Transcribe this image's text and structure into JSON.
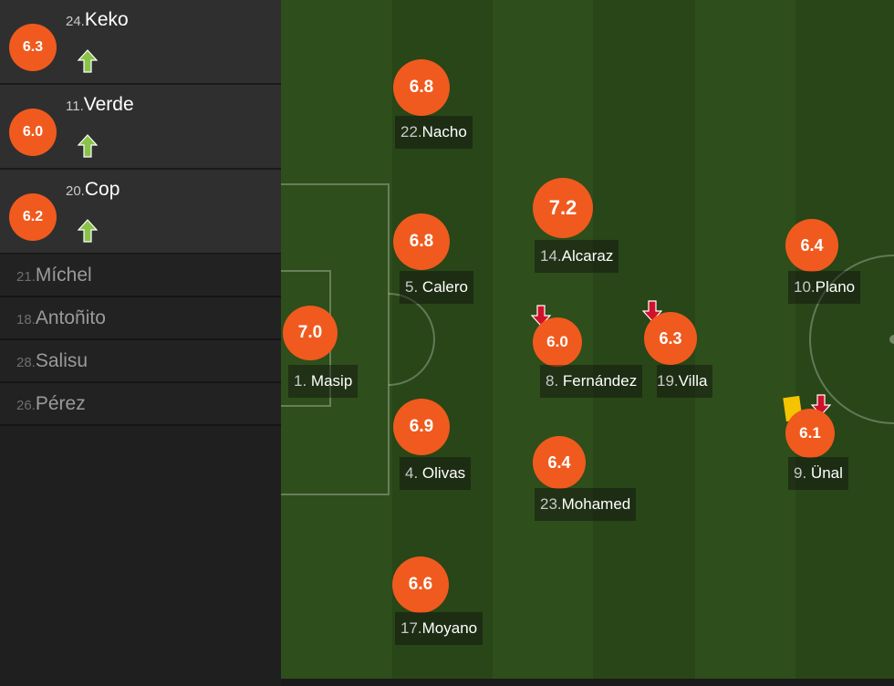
{
  "substitutes_used": [
    {
      "rating": "6.3",
      "number": "24.",
      "name": "Keko",
      "icon": "up-arrow-icon"
    },
    {
      "rating": "6.0",
      "number": "11.",
      "name": "Verde",
      "icon": "up-arrow-icon"
    },
    {
      "rating": "6.2",
      "number": "20.",
      "name": "Cop",
      "icon": "up-arrow-icon"
    }
  ],
  "bench": [
    {
      "number": "21.",
      "name": "Míchel"
    },
    {
      "number": "18.",
      "name": "Antoñito"
    },
    {
      "number": "28.",
      "name": "Salisu"
    },
    {
      "number": "26.",
      "name": "Pérez"
    }
  ],
  "players": {
    "masip": {
      "rating": "7.0",
      "number": "1.",
      "name": "Masip"
    },
    "nacho": {
      "rating": "6.8",
      "number": "22.",
      "name": "Nacho"
    },
    "calero": {
      "rating": "6.8",
      "number": "5.",
      "name": "Calero"
    },
    "olivas": {
      "rating": "6.9",
      "number": "4.",
      "name": "Olivas"
    },
    "moyano": {
      "rating": "6.6",
      "number": "17.",
      "name": "Moyano"
    },
    "alcaraz": {
      "rating": "7.2",
      "number": "14.",
      "name": "Alcaraz"
    },
    "fernandez": {
      "rating": "6.0",
      "number": "8.",
      "name": "Fernández"
    },
    "villa": {
      "rating": "6.3",
      "number": "19.",
      "name": "Villa"
    },
    "mohamed": {
      "rating": "6.4",
      "number": "23.",
      "name": "Mohamed"
    },
    "plano": {
      "rating": "6.4",
      "number": "10.",
      "name": "Plano"
    },
    "unal": {
      "rating": "6.1",
      "number": "9.",
      "name": "Ünal"
    }
  },
  "colors": {
    "rating_badge": "#f05a1e",
    "sub_on_arrow": "#8bc34a",
    "sub_off_arrow": "#d0112b",
    "yellow_card": "#f5c400"
  }
}
